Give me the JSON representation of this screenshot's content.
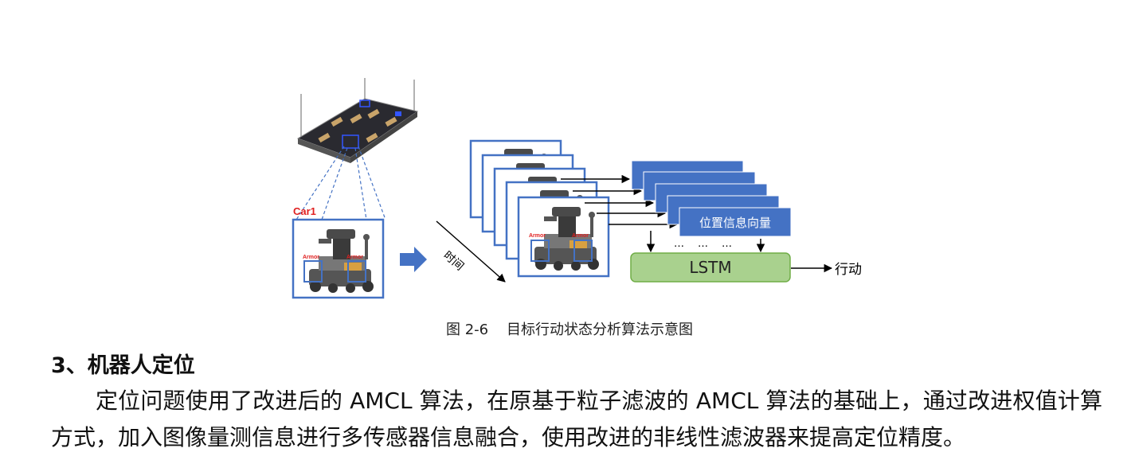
{
  "figure": {
    "car_label": "Car1",
    "armor_label": "Armor",
    "axis_label": "时间",
    "vector_label": "位置信息向量",
    "ellipsis": "…",
    "lstm_label": "LSTM",
    "output_label": "行动",
    "colors": {
      "frame_border": "#4472c4",
      "vector_box": "#4472c4",
      "lstm_fill": "#a9d18e",
      "lstm_border": "#70ad47",
      "arrow_blue": "#4472c4",
      "label_red": "#e02020"
    }
  },
  "caption": "图 2-6    目标行动状态分析算法示意图",
  "section": {
    "heading": "3、机器人定位",
    "paragraph": "定位问题使用了改进后的 AMCL 算法，在原基于粒子滤波的 AMCL 算法的基础上，通过改进权值计算方式，加入图像量测信息进行多传感器信息融合，使用改进的非线性滤波器来提高定位精度。"
  }
}
